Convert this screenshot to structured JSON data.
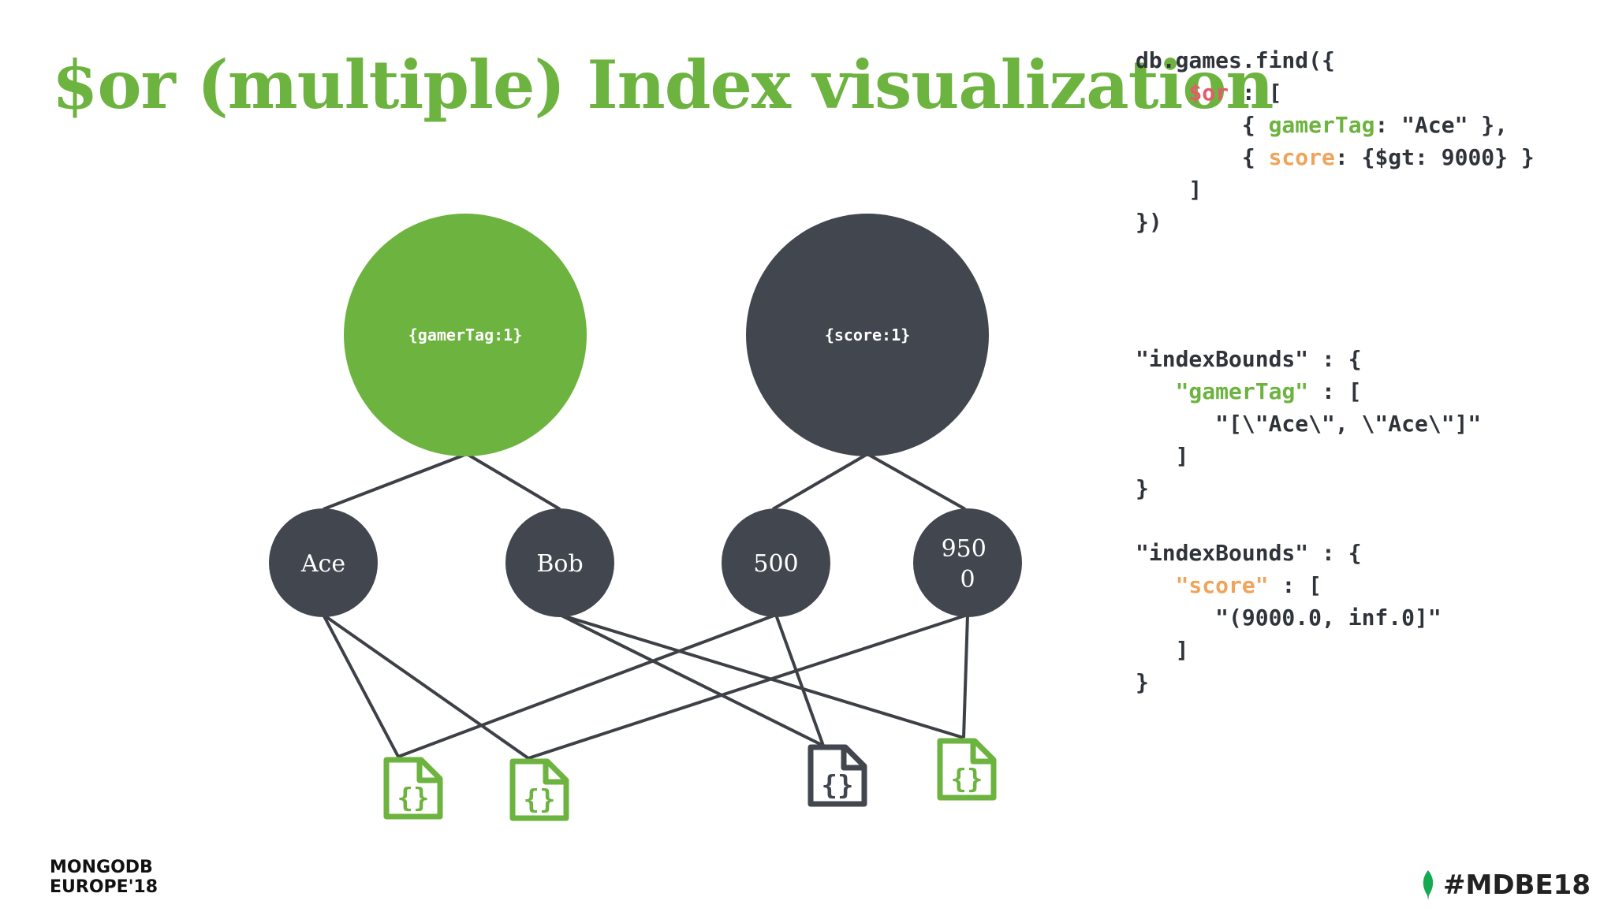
{
  "title": "$or (multiple) Index visualization",
  "query_lines": [
    "db.games.find({",
    "    $or : [",
    "        { gamerTag: \"Ace\" },",
    "        { score: {$gt: 9000} }",
    "    ]",
    "})"
  ],
  "bounds_gamertag_lines": [
    "\"indexBounds\" : {",
    "   \"gamerTag\" : [",
    "      \"[\\\"Ace\\\", \\\"Ace\\\"]\"",
    "   ]",
    "}"
  ],
  "bounds_score_lines": [
    "\"indexBounds\" : {",
    "   \"score\" : [",
    "      \"(9000.0, inf.0]\"",
    "   ]",
    "}"
  ],
  "index_nodes": [
    {
      "label": "{gamerTag:1}",
      "color": "#6db33f"
    },
    {
      "label": "{score:1}",
      "color": "#42474f"
    }
  ],
  "key_nodes": [
    "Ace",
    "Bob",
    "500",
    "950\n0"
  ],
  "document_icons": [
    {
      "icon": "json-document-icon",
      "color": "#6db33f"
    },
    {
      "icon": "json-document-icon",
      "color": "#6db33f"
    },
    {
      "icon": "json-document-icon",
      "color": "#42474f"
    },
    {
      "icon": "json-document-icon",
      "color": "#6db33f"
    }
  ],
  "footer": {
    "brand_line1": "MONGODB",
    "brand_line2": "EUROPE'18",
    "hashtag": "#MDBE18",
    "leaf_icon": "mongodb-leaf-icon"
  },
  "colors": {
    "green": "#6db33f",
    "dark": "#42474f",
    "edge": "#3d4147",
    "or_keyword": "#e85a6b",
    "score_keyword": "#f0a35a"
  }
}
